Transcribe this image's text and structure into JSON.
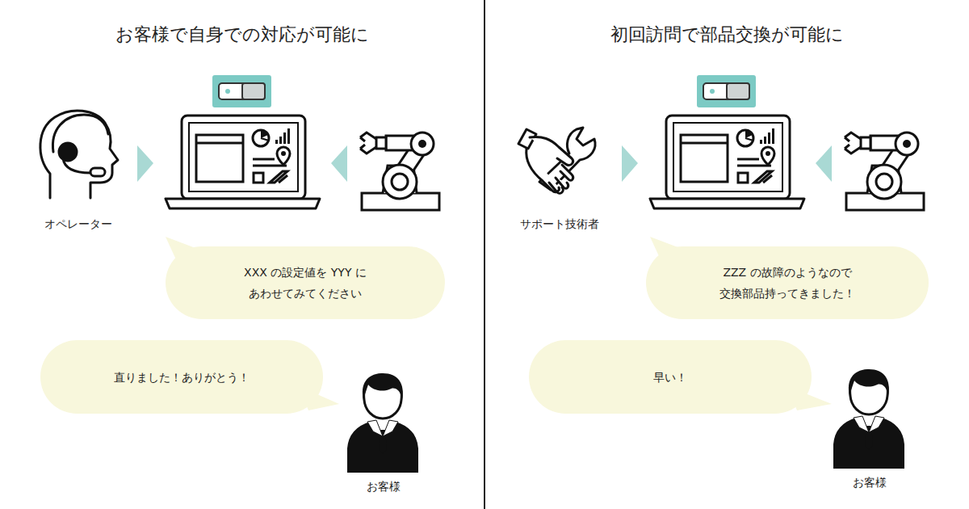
{
  "diagram": {
    "nodes": [
      {
        "text": [
          "XXX の設定値を YYY に あわせてみてください"
        ]
      },
      {
        "text": [
          "直りました！ありがとう！"
        ]
      },
      {
        "text": [
          "ZZZ の故障のようなので 交換部品持ってきました！"
        ]
      },
      {
        "text": [
          "早い！"
        ]
      }
    ],
    "labels": [
      "お客様で自身での対応が可能に",
      "初回訪問で部品交換が可能に",
      "オペレーター",
      "お客様",
      "サポート技術者",
      "お客様"
    ]
  }
}
